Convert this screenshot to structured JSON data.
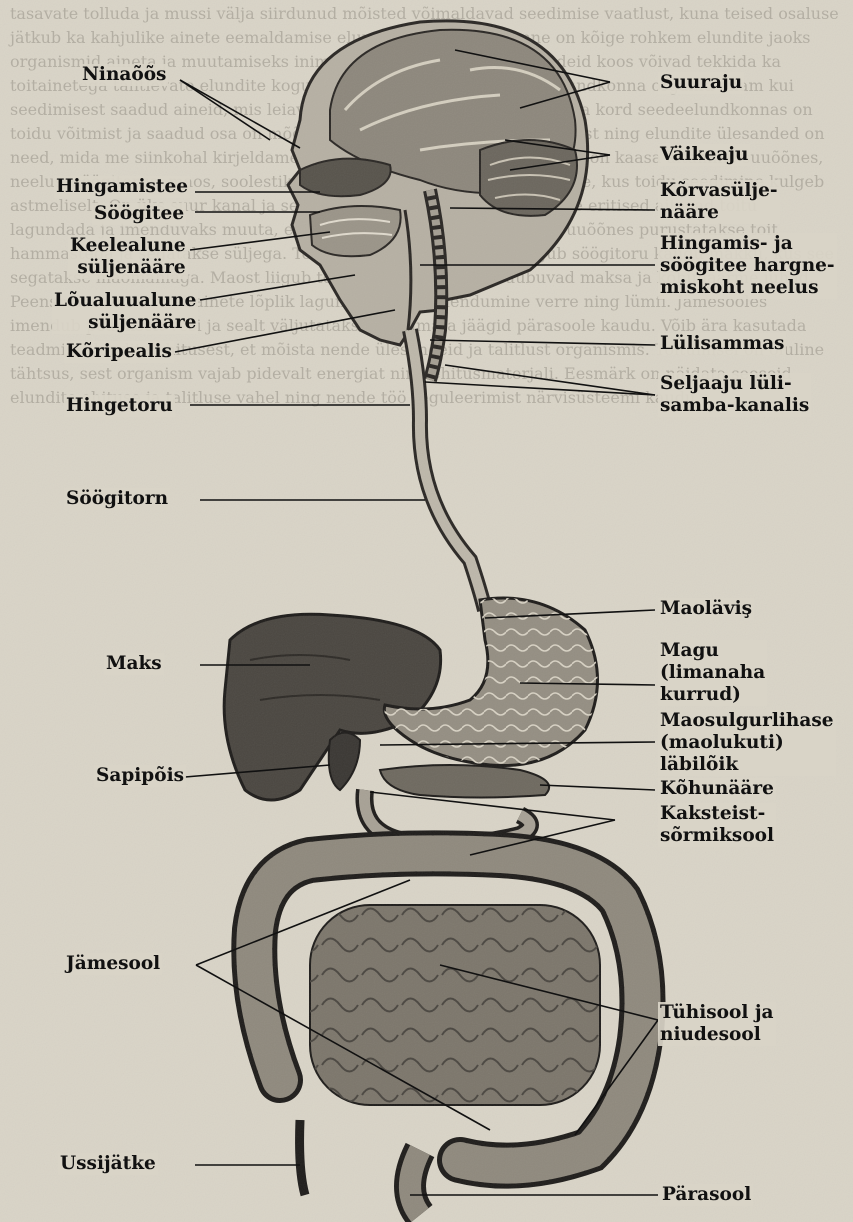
{
  "labels": {
    "ninaoos": "Ninaõõs",
    "hingamistee": "Hingamistee",
    "soogitee": "Söögitee",
    "keelealune": "Keelealune\nsüljenääre",
    "loualuualune": "Lõualuualune\nsüljenääre",
    "koripealis": "Kõripealis",
    "hingetoru": "Hingetoru",
    "soogitorn": "Söögitorn",
    "maks": "Maks",
    "sapipois": "Sapipõis",
    "jamesool": "Jämesool",
    "ussijatke": "Ussijätke",
    "suuraju": "Suuraju",
    "vaikeaju": "Väikeaju",
    "korvasuljenaare": "Kõrvasülje-\nnääre",
    "hargnemiskoht": "Hingamis- ja\nsöögitee hargne-\nmiskoht neelus",
    "lulisammas": "Lülisammas",
    "seljaaju": "Seljaaju lüli-\nsamba-kanalis",
    "maolavis": "Maoläviş",
    "magu": "Magu\n(limanaha\nkurrud)",
    "maosulgurlihase": "Maosulgurlihase\n(maolukuti)\nläbilõik",
    "kohunaare": "Kõhunääre",
    "kaksteistsormiksool": "Kaksteist-\nsõrmiksool",
    "tuhisool": "Tühisool ja\nniudesool",
    "parasool": "Pärasool"
  },
  "colors": {
    "paper": "#d9d4c7",
    "ink": "#111111",
    "organ_dark": "#3a3733",
    "organ_mid": "#7d786f",
    "organ_light": "#b9b3a6"
  },
  "background_text": "tasavate tolluda ja mussi välja siirdunud mõisted võimaldavad seedimise vaatlust, kuna teised osaluse jätkub ka kahjulike ainete eemaldamise elund organisme ülesanne on kõige rohkem elundite jaoks organismid aineta ja muutamiseks inimese uurimisel, kus kõik elundeid koos võivad tekkida ka toitainetega talitlevate elundite kogumikke, moodustavad inimese elundkonna organid enam kui seedimisest saadud aineid, mis leiavad teisisuguses inimese tegevusi ja kord seedeelundkonnas on toidu võitmist ja saadud osa on mõõdukalt vajalik selle ülesande täitmist ning elundite ülesanded on need, mida me siinkohal kirjeldame väga lühidalt. Seedeelundite tööks on kaasa aitamine suuõõnes, neelus, söögitorus, maos, soolestikus ja pärasooles toimuvaid protsesse, kus toidu seedimine kulgeb astmeliselt. On üks suur kanal ja selle seintes on palju näärmeid, mille eritised aitavad toitu lagundada ja imenduvaks muuta, enne kui see vereringesse jõuab. Suuõõnes purustatakse toit hammastega ja segatakse süljega. Toidupala neelatakse ja see liigub söögitoru kaudu makku, kus see segatakse maomahlaga. Maost liigub toit peensoolde, kuhu suubuvad maksa ja kõhunäärme juhad. Peensooles toimub toitainete lõplik lagundamine ja imendumine verre ning lümfi. Jämesooles imendub peamiselt vesi ja sealt väljutatakse seedimata jäägid pärasoole kaudu. Võib ära kasutada teadmisi elundite ehitusest, et mõista nende ülesandeid ja talitlust organismis. Toitumisel on oluline tähtsus, sest organism vajab pidevalt energiat ning ehitusmaterjali. Eesmärk on näidata seoseid elundite ehituse ja talitluse vahel ning nende töö reguleerimist närvisüsteemi kaudu."
}
